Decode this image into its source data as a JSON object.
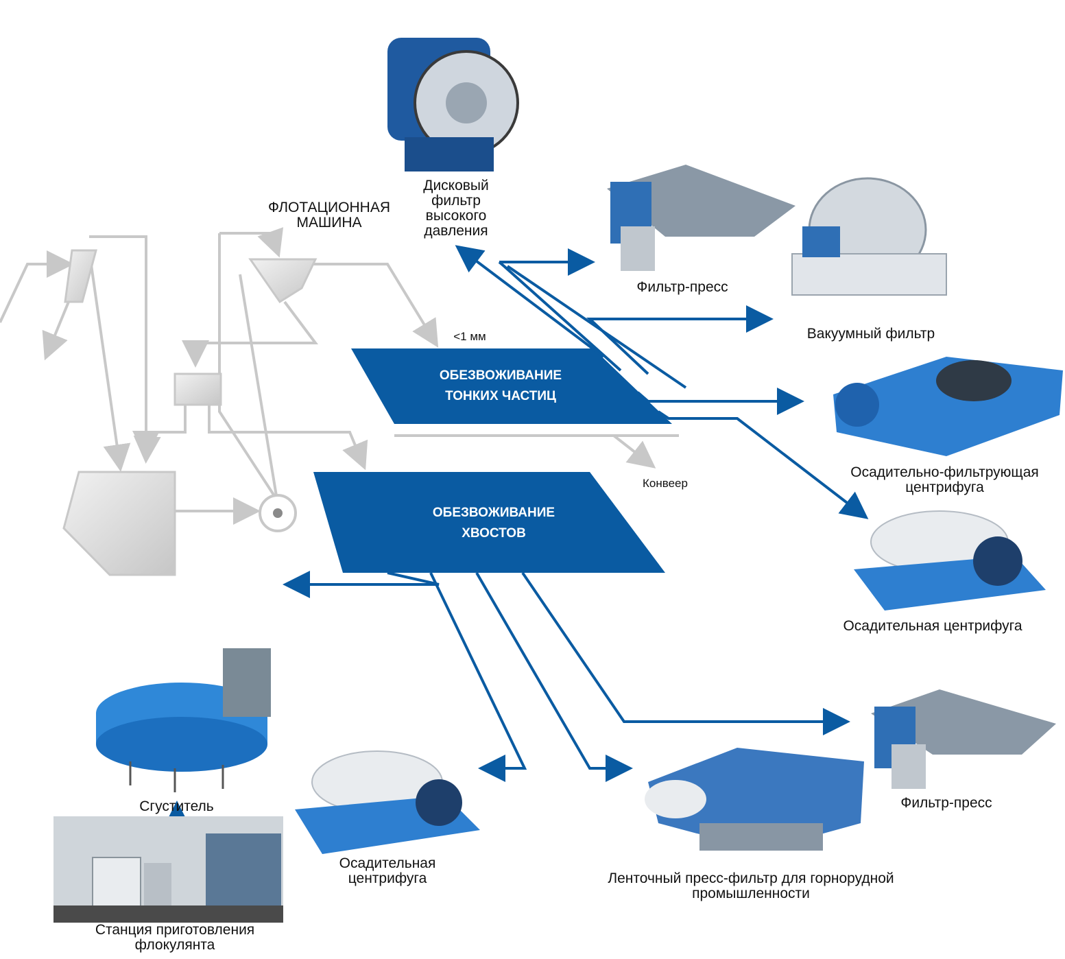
{
  "colors": {
    "accent": "#0a5ba2",
    "gray_line": "#c8c8c8",
    "gray_fill": "#d9d9d9"
  },
  "flotation": {
    "label": "ФЛОТАЦИОННАЯ\nМАШИНА"
  },
  "fine_particles": {
    "title": "ОБЕЗВОЖИВАНИЕ\nТОНКИХ ЧАСТИЦ",
    "size_label": "<1 мм",
    "conveyor_label": "Конвеер"
  },
  "tailings": {
    "title": "ОБЕЗВОЖИВАНИЕ\nХВОСТОВ"
  },
  "equipment": {
    "disc_filter": {
      "label": "Дисковый\nфильтр\nвысокого\nдавления",
      "icon": "disc-filter-photo"
    },
    "filter_press_top": {
      "label": "Фильтр-пресс",
      "icon": "filter-press-photo"
    },
    "vacuum_filter": {
      "label": "Вакуумный фильтр",
      "icon": "vacuum-filter-photo"
    },
    "screen_bowl_centrifuge": {
      "label": "Осадительно-фильтрующая\nцентрифуга",
      "icon": "centrifuge-photo"
    },
    "decanter_right": {
      "label": "Осадительная центрифуга",
      "icon": "decanter-photo"
    },
    "filter_press_bottom": {
      "label": "Фильтр-пресс",
      "icon": "filter-press-photo"
    },
    "belt_press": {
      "label": "Ленточный пресс-фильтр для горнорудной\nпромышленности",
      "icon": "belt-press-photo"
    },
    "decanter_bottom": {
      "label": "Осадительная\nцентрифуга",
      "icon": "decanter-photo"
    },
    "thickener": {
      "label": "Сгуститель",
      "icon": "thickener-photo"
    },
    "flocculant_station": {
      "label": "Станция приготовления\nфлокулянта",
      "icon": "plant-photo"
    }
  }
}
